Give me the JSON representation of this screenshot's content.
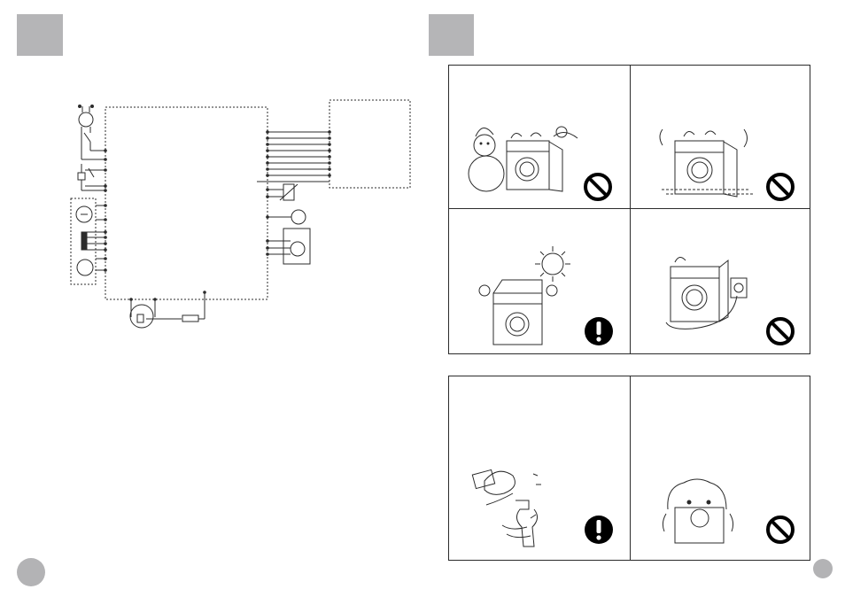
{
  "left_page": {
    "section_marker": "gray-square-tab",
    "diagram": "wiring-schematic",
    "page_marker": "gray-circle"
  },
  "right_page": {
    "section_marker": "gray-square-tab",
    "page_marker": "gray-circle",
    "warning_panels": [
      {
        "name": "environment-warnings",
        "cells": [
          {
            "scene": "snowman-and-washer-cold-and-dust",
            "symbol": "prohibition-icon"
          },
          {
            "scene": "washer-on-uneven-carpet",
            "symbol": "prohibition-icon"
          },
          {
            "scene": "washer-under-hot-sun",
            "symbol": "mandatory-icon"
          },
          {
            "scene": "washer-with-wall-socket-plug",
            "symbol": "prohibition-icon"
          }
        ]
      },
      {
        "name": "handling-warnings",
        "cells": [
          {
            "scene": "wet-hands-at-faucet",
            "symbol": "mandatory-icon"
          },
          {
            "scene": "washer-covered-with-cloth",
            "symbol": "prohibition-icon"
          }
        ]
      }
    ]
  },
  "colors": {
    "tab_gray": "#b5b5b7",
    "line": "#2b2b2b",
    "symbol_black": "#000000"
  }
}
